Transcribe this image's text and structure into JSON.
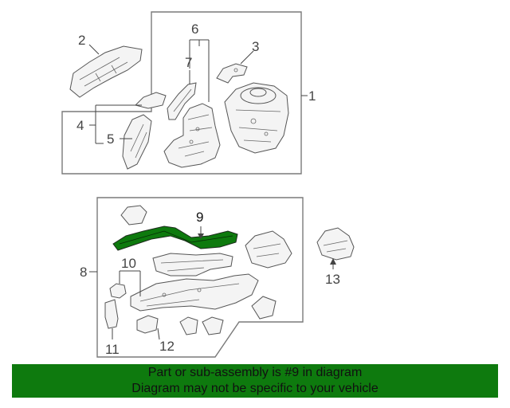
{
  "callouts": {
    "c1": "1",
    "c2": "2",
    "c3": "3",
    "c4": "4",
    "c5": "5",
    "c6": "6",
    "c7": "7",
    "c8": "8",
    "c9": "9",
    "c10": "10",
    "c11": "11",
    "c12": "12",
    "c13": "13"
  },
  "highlighted_part": "9",
  "colors": {
    "highlight": "#0e7a0e",
    "banner": "#0e7a0e"
  },
  "banner": {
    "line1": "Part or sub-assembly is #9 in diagram",
    "line2": "Diagram may not be specific to your vehicle"
  }
}
